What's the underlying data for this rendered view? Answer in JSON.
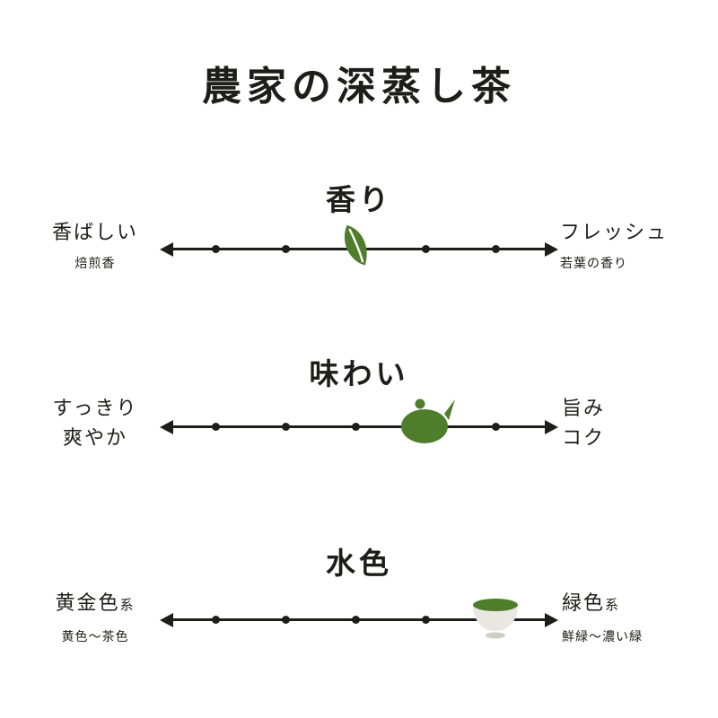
{
  "page": {
    "title": "農家の深蒸し茶"
  },
  "colors": {
    "ink": "#1d1d1b",
    "green": "#4e7d2b",
    "cup": "#e9e7df",
    "cup_shadow": "#cfcdc3"
  },
  "chart_data": [
    {
      "type": "slider-scale",
      "title": "香り",
      "left": {
        "label": "香ばしい",
        "sub": "焙煎香"
      },
      "right": {
        "label": "フレッシュ",
        "sub": "若葉の香り"
      },
      "tick_count": 5,
      "marker": {
        "icon": "tea-leaf",
        "position": 3
      }
    },
    {
      "type": "slider-scale",
      "title": "味わい",
      "left": {
        "label": "すっきり",
        "label2": "爽やか"
      },
      "right": {
        "label": "旨み",
        "label2": "コク"
      },
      "tick_count": 5,
      "marker": {
        "icon": "teapot",
        "position": 4
      }
    },
    {
      "type": "slider-scale",
      "title": "水色",
      "left": {
        "label": "黄金色",
        "suffix": "系",
        "sub": "黄色〜茶色"
      },
      "right": {
        "label": "緑色",
        "suffix": "系",
        "sub": "鮮緑〜濃い緑"
      },
      "tick_count": 5,
      "marker": {
        "icon": "teacup",
        "position": 5
      }
    }
  ]
}
